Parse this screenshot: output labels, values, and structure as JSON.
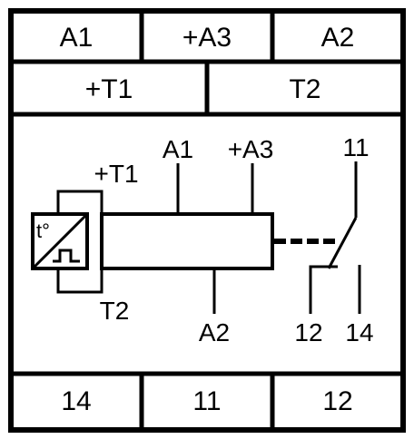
{
  "terminals": {
    "top_row": [
      "A1",
      "+A3",
      "A2"
    ],
    "second_row": [
      "+T1",
      "T2"
    ],
    "bottom_row": [
      "14",
      "11",
      "12"
    ]
  },
  "schematic": {
    "coil_label_a1": "A1",
    "coil_label_a3": "+A3",
    "coil_label_a2": "A2",
    "sensor_label_t1": "+T1",
    "sensor_label_t2": "T2",
    "sensor_symbol_text": "t°",
    "contact_common": "11",
    "contact_nc": "12",
    "contact_no": "14"
  }
}
